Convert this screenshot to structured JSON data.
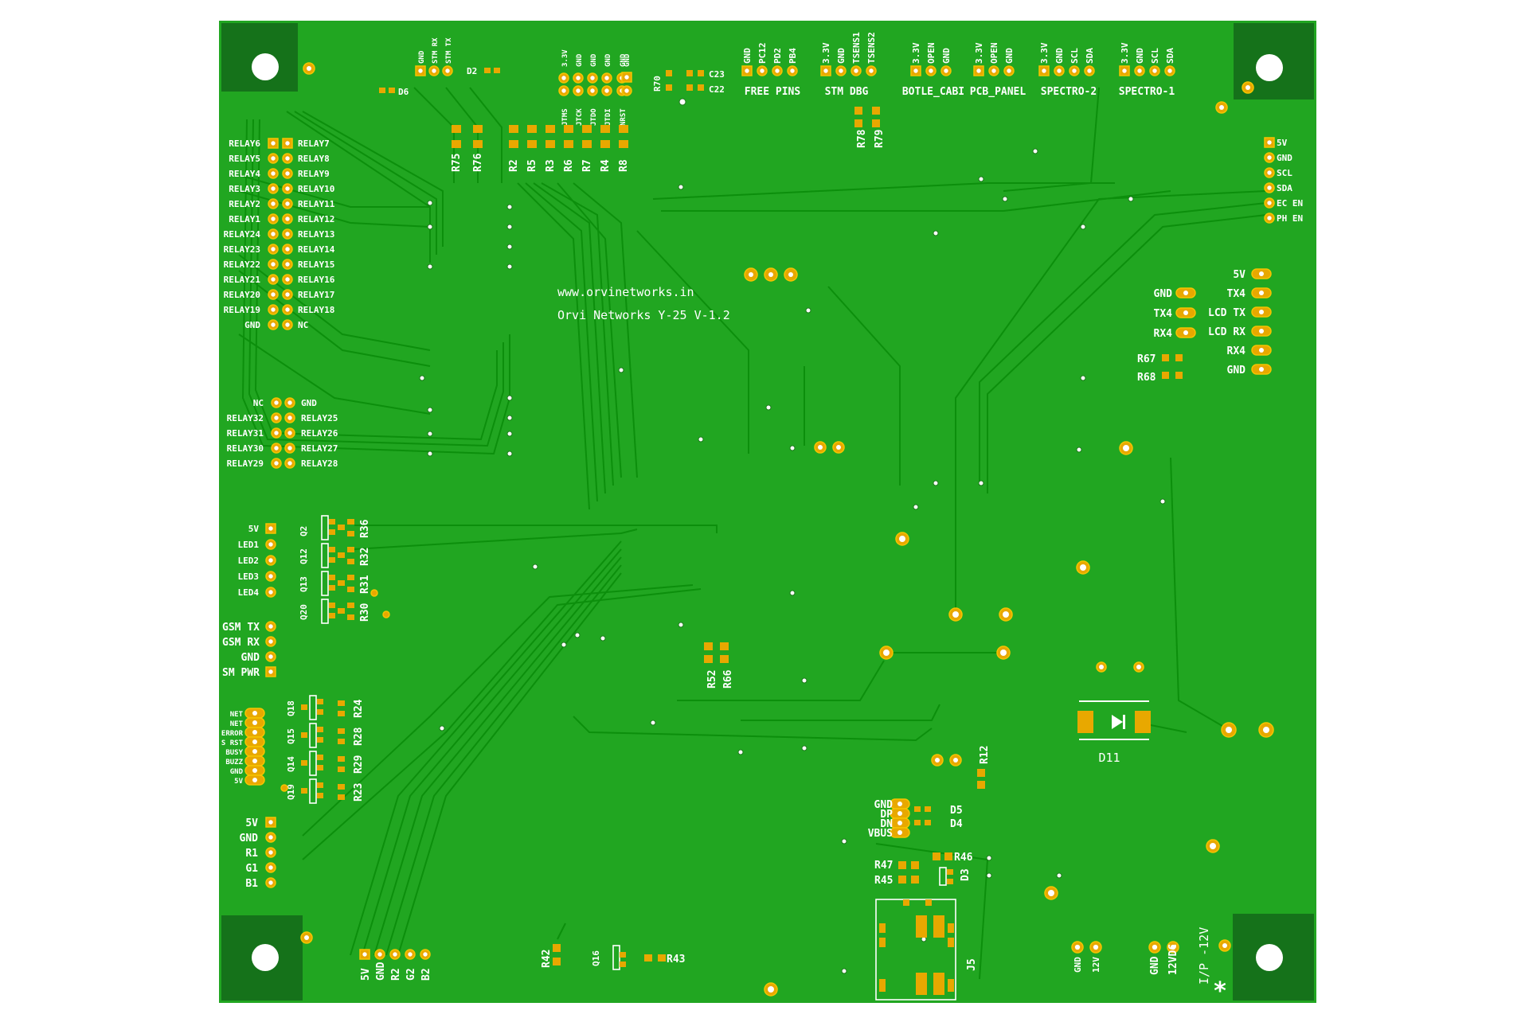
{
  "board": {
    "website": "www.orvinetworks.in",
    "title": "Orvi Networks Y-25 V-1.2",
    "colors": {
      "board": "#21a621",
      "trace": "#0c8f0c",
      "pad": "#e8a800",
      "corner": "#15721a",
      "silk": "#ffffff"
    }
  },
  "top_header": {
    "stm": [
      "GND",
      "STM RX",
      "STM TX"
    ],
    "d2": "D2",
    "d6": "D6",
    "jtag_top": [
      "3.3V",
      "GND",
      "GND",
      "GND",
      "GND"
    ],
    "jtag_bottom": [
      "JTMS",
      "JTCK",
      "JTDO",
      "JTDI",
      "NRST"
    ],
    "jtag_gnd": "GND",
    "r70": "R70",
    "c23": "C23",
    "c22": "C22",
    "free_pins": {
      "pins": [
        "GND",
        "PC12",
        "PD2",
        "PB4"
      ],
      "label": "FREE PINS"
    },
    "stm_dbg": {
      "pins": [
        "3.3V",
        "GND",
        "TSENS1",
        "TSENS2"
      ],
      "label": "STM DBG"
    },
    "botle_cabi": {
      "pins": [
        "3.3V",
        "OPEN",
        "GND"
      ],
      "label": "BOTLE_CABI"
    },
    "pcb_panel": {
      "pins": [
        "3.3V",
        "OPEN",
        "GND"
      ],
      "label": "PCB_PANEL"
    },
    "spectro2": {
      "pins": [
        "3.3V",
        "GND",
        "SCL",
        "SDA"
      ],
      "label": "SPECTRO-2"
    },
    "spectro1": {
      "pins": [
        "3.3V",
        "GND",
        "SCL",
        "SDA"
      ],
      "label": "SPECTRO-1"
    },
    "resistors": [
      "R75",
      "R76",
      "R2",
      "R5",
      "R3",
      "R6",
      "R7",
      "R4",
      "R8"
    ],
    "r78": "R78",
    "r79": "R79"
  },
  "relays_top": {
    "left": [
      "RELAY6",
      "RELAY5",
      "RELAY4",
      "RELAY3",
      "RELAY2",
      "RELAY1",
      "RELAY24",
      "RELAY23",
      "RELAY22",
      "RELAY21",
      "RELAY20",
      "RELAY19",
      "GND"
    ],
    "right": [
      "RELAY7",
      "RELAY8",
      "RELAY9",
      "RELAY10",
      "RELAY11",
      "RELAY12",
      "RELAY13",
      "RELAY14",
      "RELAY15",
      "RELAY16",
      "RELAY17",
      "RELAY18",
      "NC"
    ]
  },
  "relays_bottom": {
    "left": [
      "NC",
      "RELAY32",
      "RELAY31",
      "RELAY30",
      "RELAY29"
    ],
    "right": [
      "GND",
      "RELAY25",
      "RELAY26",
      "RELAY27",
      "RELAY28"
    ]
  },
  "led_header": [
    "5V",
    "LED1",
    "LED2",
    "LED3",
    "LED4"
  ],
  "led_transistors": [
    {
      "q": "Q2",
      "r": "R36"
    },
    {
      "q": "Q12",
      "r": "R32"
    },
    {
      "q": "Q13",
      "r": "R31"
    },
    {
      "q": "Q20",
      "r": "R30"
    }
  ],
  "gsm_header": [
    "GSM TX",
    "GSM RX",
    "GND",
    "SM PWR"
  ],
  "status_header": [
    "NET",
    "NET",
    "ERROR",
    "S RST",
    "BUSY",
    "BUZZ",
    "GND",
    "5V"
  ],
  "status_transistors": [
    {
      "q": "Q18",
      "r": "R24"
    },
    {
      "q": "Q15",
      "r": "R28"
    },
    {
      "q": "Q14",
      "r": "R29"
    },
    {
      "q": "Q19",
      "r": "R23"
    }
  ],
  "rgb_header": [
    "5V",
    "GND",
    "R1",
    "G1",
    "B1"
  ],
  "bottom_header": [
    "5V",
    "GND",
    "R2",
    "G2",
    "B2"
  ],
  "bottom_parts": {
    "r42": "R42",
    "q16": "Q16",
    "r43": "R43"
  },
  "right_i2c": [
    "5V",
    "GND",
    "SCL",
    "SDA",
    "EC EN",
    "PH EN"
  ],
  "right_uart": {
    "left": [
      "GND",
      "TX4",
      "RX4"
    ],
    "right": [
      "5V",
      "TX4",
      "LCD TX",
      "LCD RX",
      "RX4",
      "GND"
    ],
    "r67": "R67",
    "r68": "R68"
  },
  "middle_parts": {
    "r52": "R52",
    "r66": "R66",
    "r12": "R12",
    "d11": "D11"
  },
  "usb": {
    "pins": [
      "GND",
      "DP",
      "DN",
      "VBUS"
    ],
    "d5": "D5",
    "d4": "D4",
    "r46": "R46",
    "r47": "R47",
    "r45": "R45",
    "d3": "D3",
    "j5": "J5"
  },
  "power": {
    "h12v": [
      "GND",
      "12V"
    ],
    "h12vdc": [
      "GND",
      "12VDC"
    ],
    "ip": "I/P -12V"
  }
}
